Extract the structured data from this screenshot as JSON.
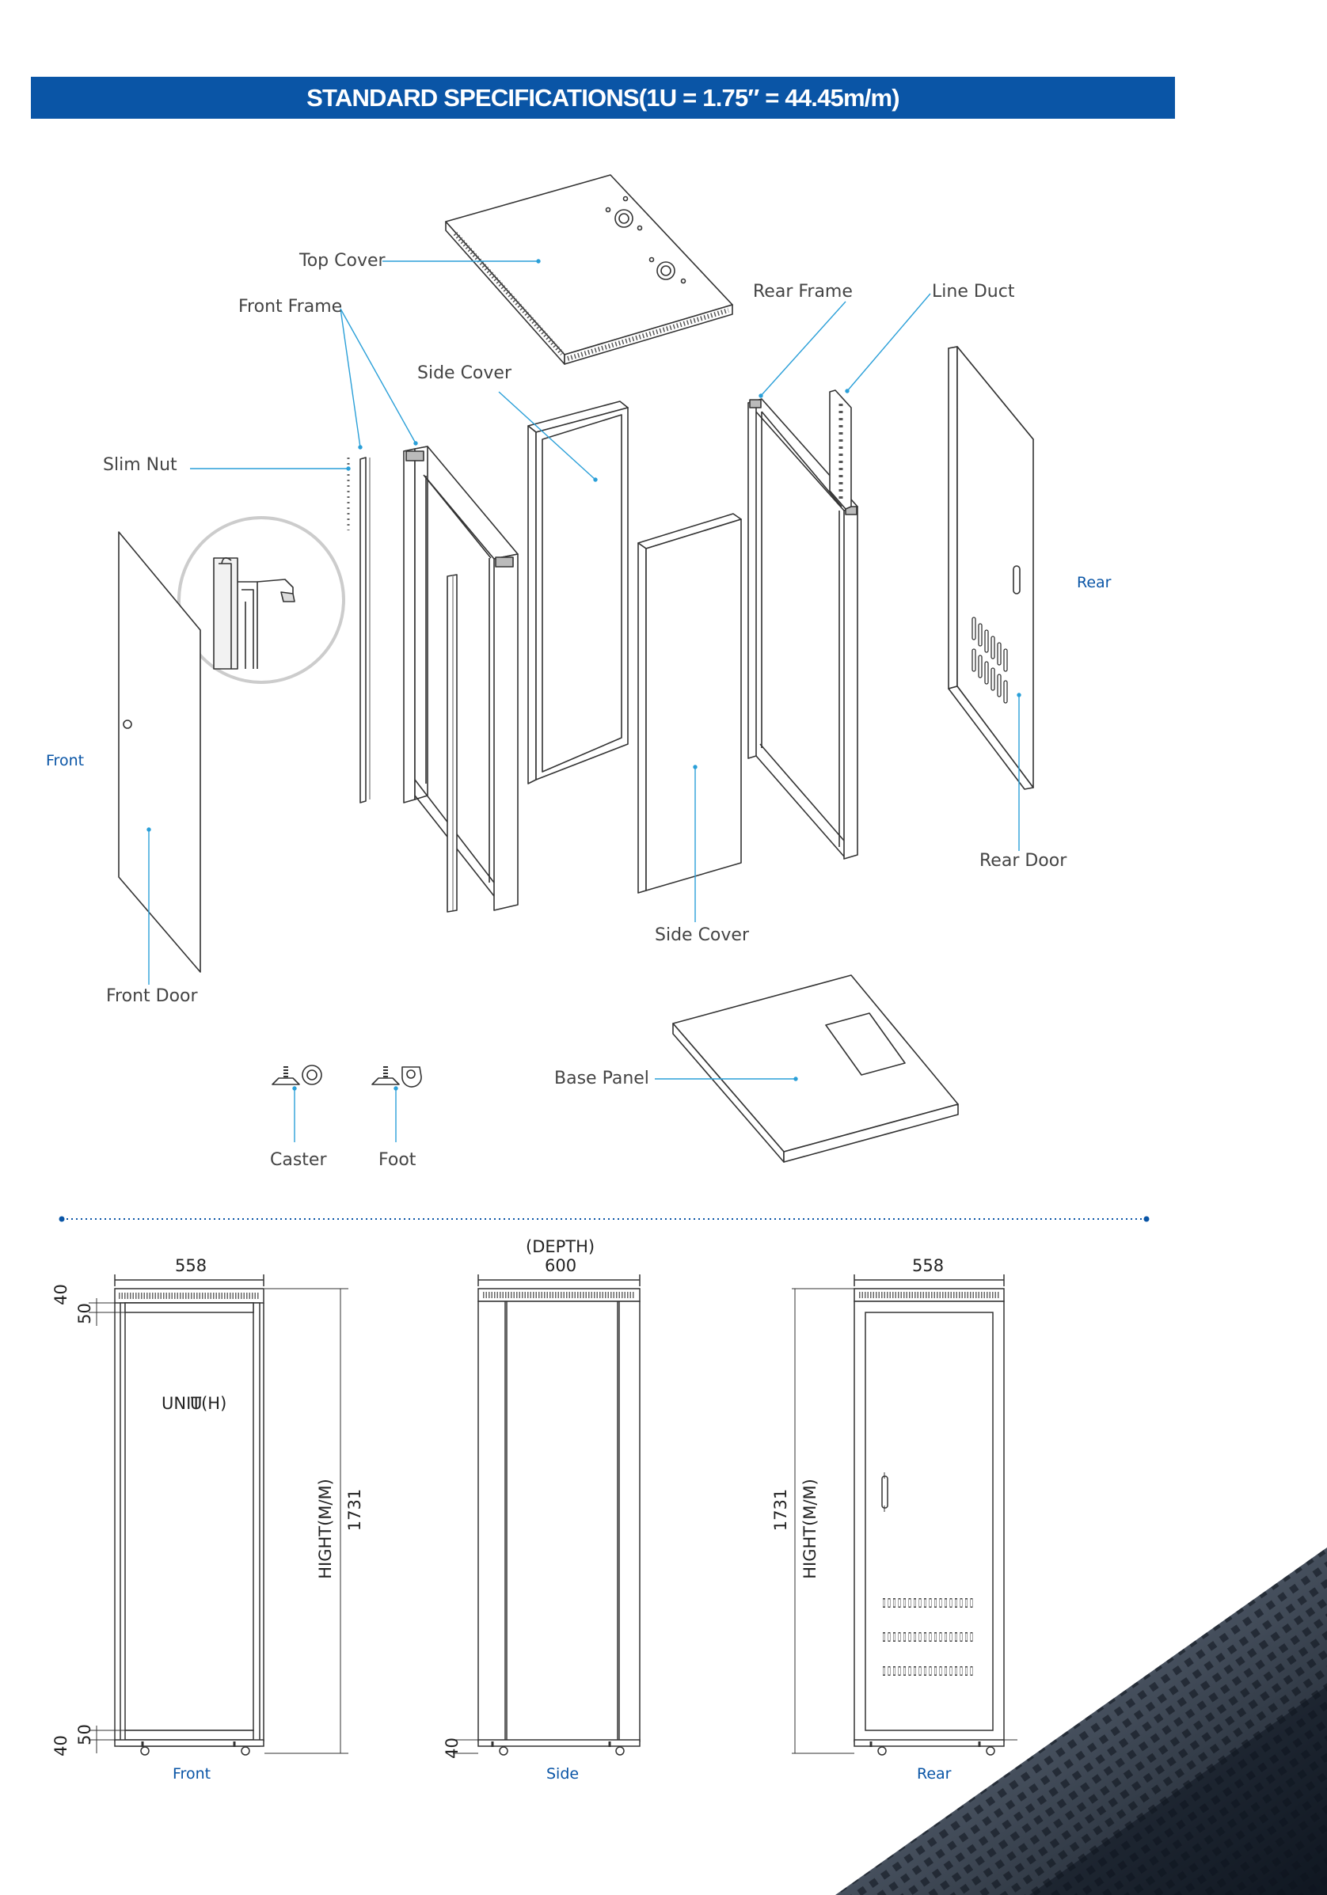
{
  "header": {
    "title": "STANDARD SPECIFICATIONS(1U = 1.75″ = 44.45m/m)",
    "color": "#0a55a6"
  },
  "parts": {
    "top_cover": "Top Cover",
    "front_frame": "Front Frame",
    "side_cover_top": "Side Cover",
    "slim_nut": "Slim Nut",
    "rear_frame": "Rear Frame",
    "line_duct": "Line Duct",
    "rear": "Rear",
    "front": "Front",
    "rear_door": "Rear Door",
    "side_cover_bottom": "Side Cover",
    "front_door": "Front Door",
    "base_panel": "Base Panel",
    "caster": "Caster",
    "foot": "Foot"
  },
  "dimensions": {
    "front_width": "558",
    "depth_label": "(DEPTH)",
    "depth": "600",
    "rear_width": "558",
    "top_40": "40",
    "top_50": "50",
    "unit_label": "UNIT(H)",
    "unit_value": "U",
    "height_label": "HIGHT(M/M)",
    "height": "1731",
    "bottom_50": "50",
    "bottom_40": "40",
    "side_40": "40",
    "rear_height": "1731",
    "rear_height_label": "HIGHT(M/M)"
  },
  "views": {
    "front": "Front",
    "side": "Side",
    "rear": "Rear"
  }
}
